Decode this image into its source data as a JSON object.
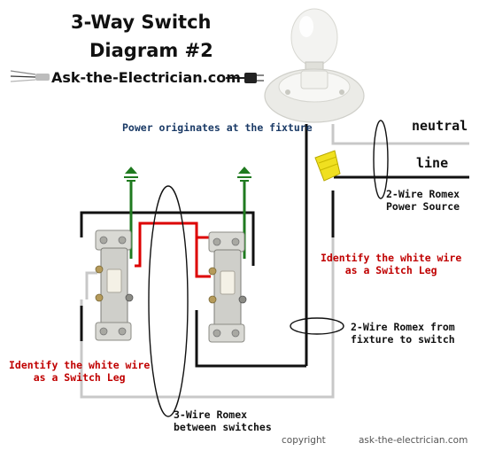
{
  "header": {
    "title_line1": "3-Way Switch",
    "title_line2": "Diagram #2",
    "site": "Ask-the-Electrician.com"
  },
  "labels": {
    "power_origin": "Power originates at the fixture",
    "neutral": "neutral",
    "line": "line",
    "romex_source_1": "2-Wire Romex",
    "romex_source_2": "Power Source",
    "identify_right_1": "Identify the white wire",
    "identify_right_2": "as a Switch Leg",
    "romex_fixture_1": "2-Wire Romex from",
    "romex_fixture_2": "fixture to switch",
    "identify_left_1": "Identify the white wire",
    "identify_left_2": "as a Switch Leg",
    "romex_between_1": "3-Wire Romex",
    "romex_between_2": "between switches"
  },
  "footer": {
    "copyright": "copyright",
    "site": "ask-the-electrician.com"
  },
  "colors": {
    "hot_black": "#111111",
    "neutral_white": "#c8c8c8",
    "traveler_red": "#dd0000",
    "ground_green": "#1f7a1f",
    "label_navy": "#1a3a66",
    "note_red": "#c00000",
    "wire_nut": "#f0e020"
  },
  "icons": [
    "light-bulb-icon",
    "wire-nut-icon",
    "ground-symbol-icon",
    "plug-icon",
    "cable-end-icon",
    "switch-icon"
  ]
}
